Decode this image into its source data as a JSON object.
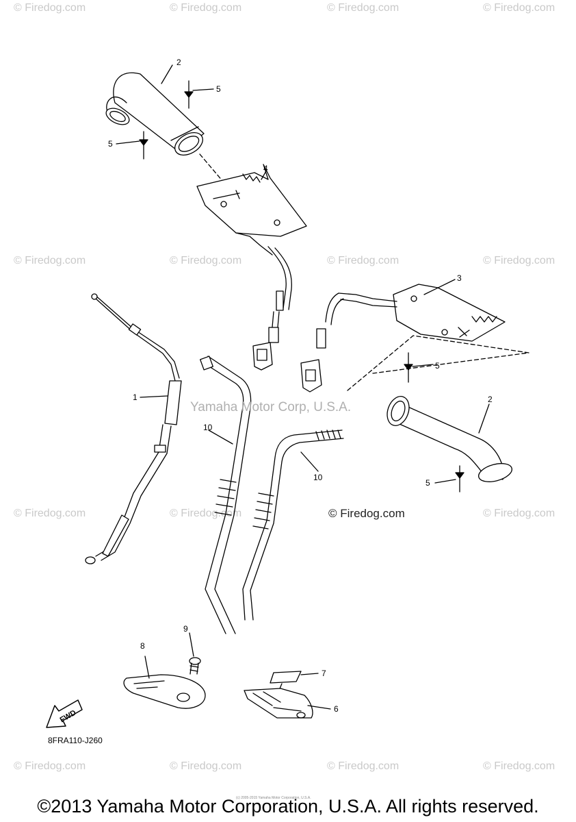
{
  "watermarks": {
    "corner_text": "© Firedog.com",
    "center_text": "Yamaha Motor Corp, U.S.A.",
    "mid_text": "© Firedog.com",
    "small_notice": "(c) 2005-2015 Yamaha Motor Corporation, U.S.A."
  },
  "callouts": {
    "c1": "1",
    "c2a": "2",
    "c2b": "2",
    "c3": "3",
    "c4": "4",
    "c5a": "5",
    "c5b": "5",
    "c5c": "5",
    "c5d": "5",
    "c6": "6",
    "c7": "7",
    "c8": "8",
    "c9": "9",
    "c10a": "10",
    "c10b": "10"
  },
  "arrow_label": "FWD",
  "diagram_code": "8FRA110-J260",
  "copyright": "©2013 Yamaha Motor Corporation, U.S.A. All rights reserved."
}
